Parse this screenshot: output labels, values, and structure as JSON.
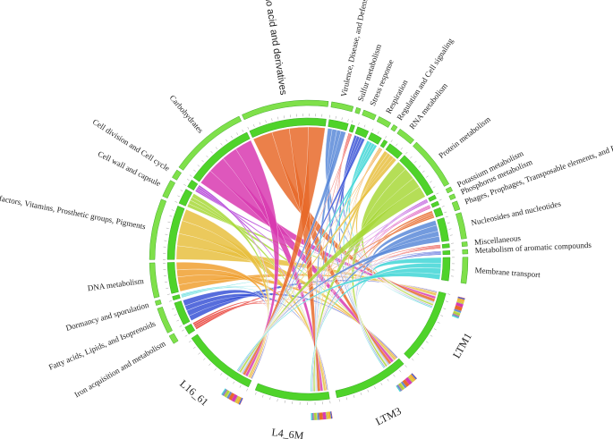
{
  "chart_data": {
    "type": "chord",
    "functions": [
      {
        "name": "Iron acquisition and metabolism",
        "value": 2
      },
      {
        "name": "Fatty acids, Lipids, and Isoprenoids",
        "value": 6
      },
      {
        "name": "Dormancy and sporulation",
        "value": 1
      },
      {
        "name": "DNA metabolism",
        "value": 8
      },
      {
        "name": "Cofactors, Vitamins, Prosthetic groups, Pigments",
        "value": 14
      },
      {
        "name": "Cell wall and capsule",
        "value": 4
      },
      {
        "name": "Cell division and Cell cycle",
        "value": 2
      },
      {
        "name": "Carbohydrates",
        "value": 18
      },
      {
        "name": "Amino acid and derivatives",
        "value": 20
      },
      {
        "name": "Virulence, Disease, and Defense",
        "value": 5
      },
      {
        "name": "Sulfur metabolism",
        "value": 1
      },
      {
        "name": "Stress response",
        "value": 3
      },
      {
        "name": "Respiration",
        "value": 3
      },
      {
        "name": "Regulation and Cell signaling",
        "value": 1
      },
      {
        "name": "RNA metabolism",
        "value": 4
      },
      {
        "name": "Protein metabolism",
        "value": 12
      },
      {
        "name": "Potassium metabolism",
        "value": 1
      },
      {
        "name": "Phosphorus metabolism",
        "value": 1
      },
      {
        "name": "Phages, Prophages, Transposable elements, and Plasmids",
        "value": 2
      },
      {
        "name": "Nucleosides and nucleotides",
        "value": 6
      },
      {
        "name": "Miscellaneous",
        "value": 1
      },
      {
        "name": "Metabolism of aromatic compounds",
        "value": 1
      },
      {
        "name": "Membrane transport",
        "value": 6
      }
    ],
    "samples": [
      "LTM1",
      "LTM3",
      "L4_6M",
      "L16_61"
    ],
    "sample_shares": [
      0.27,
      0.24,
      0.26,
      0.23
    ],
    "colors": {
      "function_ring": "#4fd32a",
      "chord_palette": [
        "#e8382f",
        "#3a54d6",
        "#3fd6d6",
        "#f0a030",
        "#e8c040",
        "#a8d83a",
        "#b03ad6",
        "#d83ab0",
        "#e86a2a",
        "#5a8ad8"
      ]
    }
  }
}
